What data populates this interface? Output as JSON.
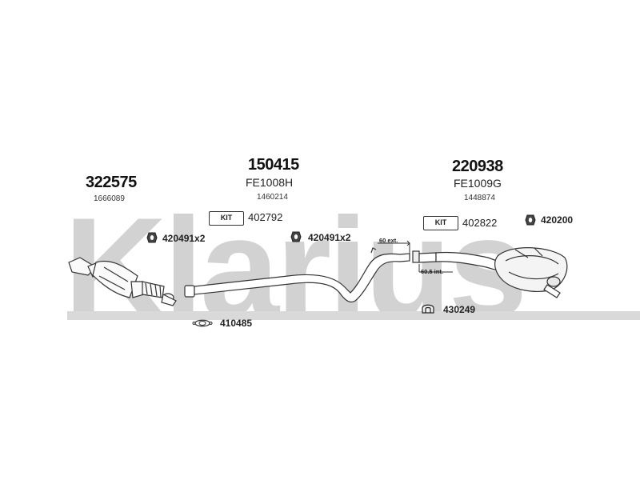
{
  "watermark": {
    "text": "Klarius"
  },
  "sections": [
    {
      "part": "322575",
      "oe": "1666089"
    },
    {
      "part": "150415",
      "code": "FE1008H",
      "oe": "1460214",
      "kit_label": "KIT",
      "kit_ref": "402792"
    },
    {
      "part": "220938",
      "code": "FE1009G",
      "oe": "1448874",
      "kit_label": "KIT",
      "kit_ref": "402822"
    }
  ],
  "fittings": [
    {
      "ref": "420491x2",
      "icon": "rubber-hanger-icon"
    },
    {
      "ref": "420491x2",
      "icon": "rubber-hanger-icon"
    },
    {
      "ref": "420200",
      "icon": "rubber-hanger-icon"
    },
    {
      "ref": "430249",
      "icon": "clamp-icon"
    },
    {
      "ref": "410485",
      "icon": "gasket-icon"
    }
  ],
  "annotations": {
    "ext": "60 ext.",
    "int": "60.5 int."
  }
}
